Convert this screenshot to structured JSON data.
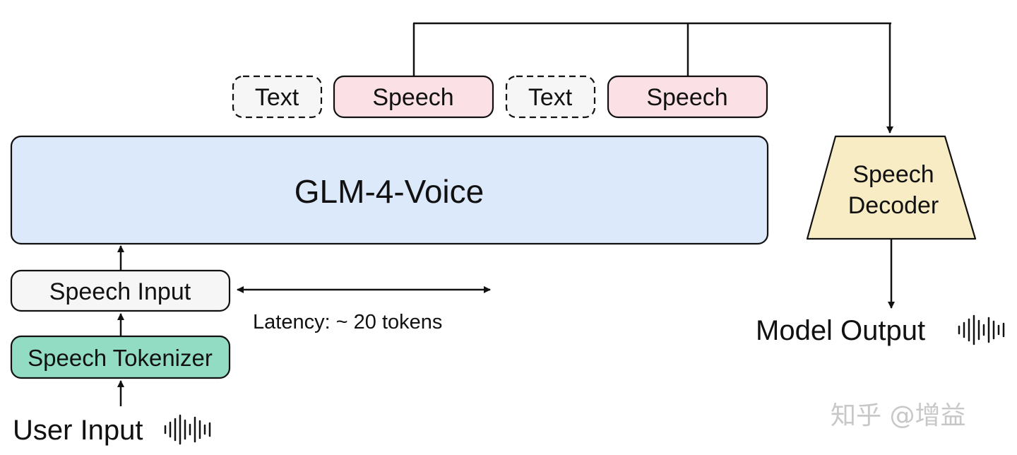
{
  "diagram": {
    "model": {
      "label": "GLM-4-Voice"
    },
    "output_tokens": [
      {
        "label": "Text",
        "kind": "text"
      },
      {
        "label": "Speech",
        "kind": "speech"
      },
      {
        "label": "Text",
        "kind": "text"
      },
      {
        "label": "Speech",
        "kind": "speech"
      }
    ],
    "decoder": {
      "line1": "Speech",
      "line2": "Decoder"
    },
    "speech_input": {
      "label": "Speech Input"
    },
    "tokenizer": {
      "label": "Speech Tokenizer"
    },
    "user_input": {
      "label": "User Input"
    },
    "model_output": {
      "label": "Model Output"
    },
    "latency": {
      "label": "Latency: ~ 20 tokens"
    },
    "colors": {
      "model_fill": "#dbe9fb",
      "speech_token_fill": "#fbe1e5",
      "text_token_fill": "#f5f6f5",
      "decoder_fill": "#f8ecc4",
      "tokenizer_fill": "#93dcc4",
      "input_fill": "#f6f6f6",
      "stroke": "#111111"
    }
  },
  "watermark": {
    "text": "知乎 @增益"
  }
}
